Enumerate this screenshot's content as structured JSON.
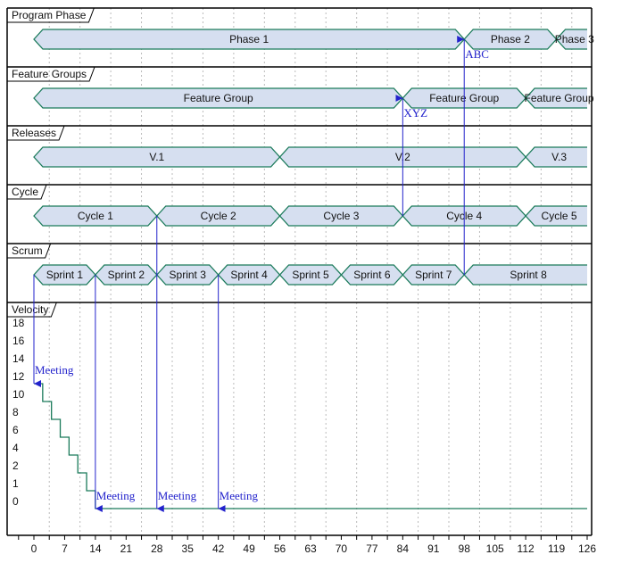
{
  "chart_data": {
    "type": "timeline",
    "x_axis": {
      "range": [
        0,
        126
      ],
      "ticks": [
        0,
        7,
        14,
        21,
        28,
        35,
        42,
        49,
        56,
        63,
        70,
        77,
        84,
        91,
        98,
        105,
        112,
        119,
        126
      ]
    },
    "lanes": [
      {
        "title": "Program Phase",
        "bars": [
          {
            "label": "Phase 1",
            "start": 0,
            "end": 98
          },
          {
            "label": "Phase 2",
            "start": 98,
            "end": 119
          },
          {
            "label": "Phase 3",
            "start": 119,
            "end": 126
          }
        ]
      },
      {
        "title": "Feature Groups",
        "bars": [
          {
            "label": "Feature Group",
            "start": 0,
            "end": 84
          },
          {
            "label": "Feature Group",
            "start": 84,
            "end": 112
          },
          {
            "label": "Feature Group",
            "start": 112,
            "end": 126
          }
        ]
      },
      {
        "title": "Releases",
        "bars": [
          {
            "label": "V.1",
            "start": 0,
            "end": 56
          },
          {
            "label": "V.2",
            "start": 56,
            "end": 112
          },
          {
            "label": "V.3",
            "start": 112,
            "end": 126
          }
        ]
      },
      {
        "title": "Cycle",
        "bars": [
          {
            "label": "Cycle 1",
            "start": 0,
            "end": 28
          },
          {
            "label": "Cycle 2",
            "start": 28,
            "end": 56
          },
          {
            "label": "Cycle 3",
            "start": 56,
            "end": 84
          },
          {
            "label": "Cycle 4",
            "start": 84,
            "end": 112
          },
          {
            "label": "Cycle 5",
            "start": 112,
            "end": 126
          }
        ]
      },
      {
        "title": "Scrum",
        "bars": [
          {
            "label": "Sprint 1",
            "start": 0,
            "end": 14
          },
          {
            "label": "Sprint 2",
            "start": 14,
            "end": 28
          },
          {
            "label": "Sprint 3",
            "start": 28,
            "end": 42
          },
          {
            "label": "Sprint 4",
            "start": 42,
            "end": 56
          },
          {
            "label": "Sprint 5",
            "start": 56,
            "end": 70
          },
          {
            "label": "Sprint 6",
            "start": 70,
            "end": 84
          },
          {
            "label": "Sprint 7",
            "start": 84,
            "end": 98
          },
          {
            "label": "Sprint 8",
            "start": 98,
            "end": 126
          }
        ]
      }
    ],
    "velocity": {
      "title": "Velocity",
      "y_ticks": [
        0,
        1,
        2,
        4,
        6,
        8,
        10,
        12,
        14,
        16,
        18
      ],
      "steps": [
        {
          "x": 0,
          "y": 12
        },
        {
          "x": 2,
          "y": 10
        },
        {
          "x": 4,
          "y": 8
        },
        {
          "x": 6,
          "y": 6
        },
        {
          "x": 8,
          "y": 4
        },
        {
          "x": 10,
          "y": 2
        },
        {
          "x": 12,
          "y": 1
        },
        {
          "x": 14,
          "y": 0
        },
        {
          "x": 126,
          "y": 0
        }
      ]
    },
    "annotations": [
      {
        "label": "Meeting",
        "x": 0,
        "from_lane": 4,
        "to": "velocity",
        "y": 12
      },
      {
        "label": "Meeting",
        "x": 14,
        "from_lane": 4,
        "to": "velocity",
        "y": 0
      },
      {
        "label": "Meeting",
        "x": 28,
        "from_lane": 3,
        "to": "velocity",
        "y": 0
      },
      {
        "label": "Meeting",
        "x": 42,
        "from_lane": 4,
        "to": "velocity",
        "y": 0
      },
      {
        "label": "XYZ",
        "x": 84,
        "from_lane": 3,
        "to_lane": 1
      },
      {
        "label": "ABC",
        "x": 98,
        "from_lane": 4,
        "to_lane": 0
      }
    ],
    "colors": {
      "bar_fill": "#d6dff0",
      "bar_stroke": "#1a7a5a",
      "step_line": "#1a7a5a",
      "annotation": "#2222cc",
      "grid": "#bbbbbb",
      "frame": "#000000"
    }
  }
}
